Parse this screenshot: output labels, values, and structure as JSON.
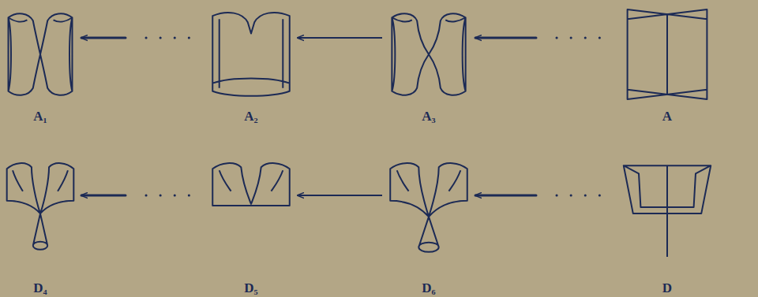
{
  "diagram": {
    "nodes": [
      {
        "text": [
          "A₁"
        ]
      },
      {
        "text": [
          "A₂"
        ]
      },
      {
        "text": [
          "A₃"
        ]
      },
      {
        "text": [
          "A"
        ]
      },
      {
        "text": [
          "D₄"
        ]
      },
      {
        "text": [
          "D₅"
        ]
      },
      {
        "text": [
          "D₆"
        ]
      },
      {
        "text": [
          "D"
        ]
      }
    ],
    "edges": [
      {
        "from": 1,
        "to": 0,
        "arrow": "to"
      },
      {
        "from": 2,
        "to": 1,
        "arrow": "to"
      },
      {
        "from": 3,
        "to": 2,
        "arrow": "to"
      },
      {
        "from": 5,
        "to": 4,
        "arrow": "to"
      },
      {
        "from": 6,
        "to": 5,
        "arrow": "to"
      },
      {
        "from": 7,
        "to": 6,
        "arrow": "to"
      }
    ]
  }
}
